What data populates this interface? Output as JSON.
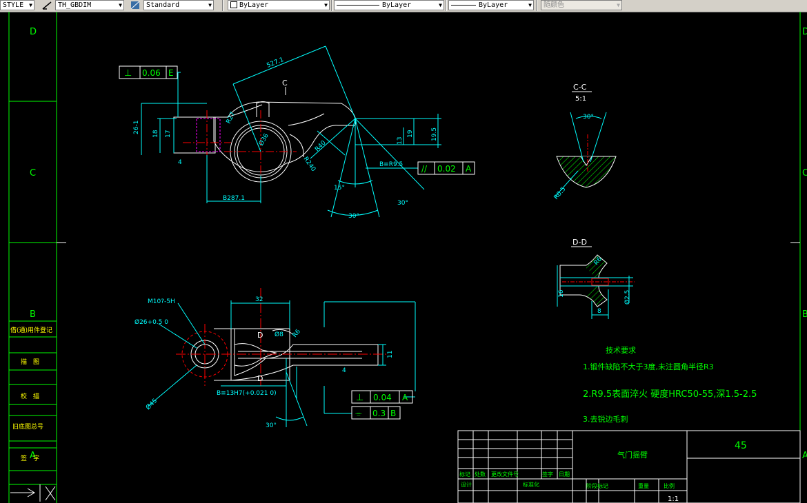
{
  "toolbar": {
    "textstyle": "STYLE",
    "dimstyle": "TH_GBDIM",
    "tablestyle": "Standard",
    "layer_color": "ByLayer",
    "linetype": "ByLayer",
    "lineweight": "ByLayer",
    "plotstyle": "随颜色"
  },
  "border": {
    "zone_left_top": "D",
    "zone_left_mid": "C",
    "zone_left_low": "B",
    "zone_left_bottom": "A",
    "left_block_1": "借(通)用件登记",
    "left_block_2": "描　图",
    "left_block_3": "校　描",
    "left_block_4": "旧底图总号",
    "left_block_5": "签　字"
  },
  "drawing": {
    "tol_top_sym": "⊥",
    "tol_top_val": "0.06",
    "tol_top_ref": "E",
    "tol_mid_sym": "//",
    "tol_mid_val": "0.02",
    "tol_mid_ref": "A",
    "tol_b1_sym": "⊥",
    "tol_b1_val": "0.04",
    "tol_b1_ref": "A",
    "tol_b2_sym": "⌯",
    "tol_b2_val": "0.3",
    "tol_b2_ref": "B",
    "dim_527": "527.1",
    "dim_c": "C",
    "dim_26": "26-1",
    "dim_18": "18",
    "dim_17": "17",
    "dim_4": "4",
    "dim_195": "19.5",
    "dim_19": "19",
    "dim_13": "13",
    "dim_r27": "R27",
    "dim_36": "Ø36",
    "dim_r40": "R40",
    "dim_r240": "R240",
    "dim_b95": "B≡R9.5",
    "dim_b287": "B287.1",
    "dim_15": "15°",
    "dim_30a": "30°",
    "dim_30b": "30°",
    "section_cc": "C-C",
    "section_cc_scale": "5:1",
    "section_cc_30": "30°",
    "section_cc_r": "R0.5",
    "section_dd": "D-D",
    "dim_dd_r6": "R6",
    "dim_dd_16": "16",
    "dim_dd_8": "8",
    "dim_dd_25": "Ø2.5",
    "dim_m10": "M10?-5H",
    "dim_26h": "Ø26+0.5 0",
    "dim_32": "32",
    "dim_8": "Ø8",
    "dim_r6": "R6",
    "dim_11": "11",
    "dim_4b": "4",
    "dim_b13": "B≡13H7(+0.021 0)",
    "dim_45": "Ø45",
    "dim_30c": "30°",
    "dim_d": "D",
    "dim_d2": "D"
  },
  "tech": {
    "title": "技术要求",
    "line1": "1.锻件缺陷不大于3度,未注圆角半径R3",
    "line2": "2.R9.5表面淬火 硬度HRC50-55,深1.5-2.5",
    "line3": "3.去锐边毛刺"
  },
  "title_block": {
    "part_name": "气门摇臂",
    "material": "45",
    "row_labels": [
      "标记",
      "处数",
      "更改文件号",
      "签字",
      "日期"
    ],
    "row2_labels": [
      "设计",
      "标准化"
    ],
    "row3_labels": [
      "阶段标记",
      "重量",
      "比例"
    ],
    "scale_val": "1:1"
  }
}
